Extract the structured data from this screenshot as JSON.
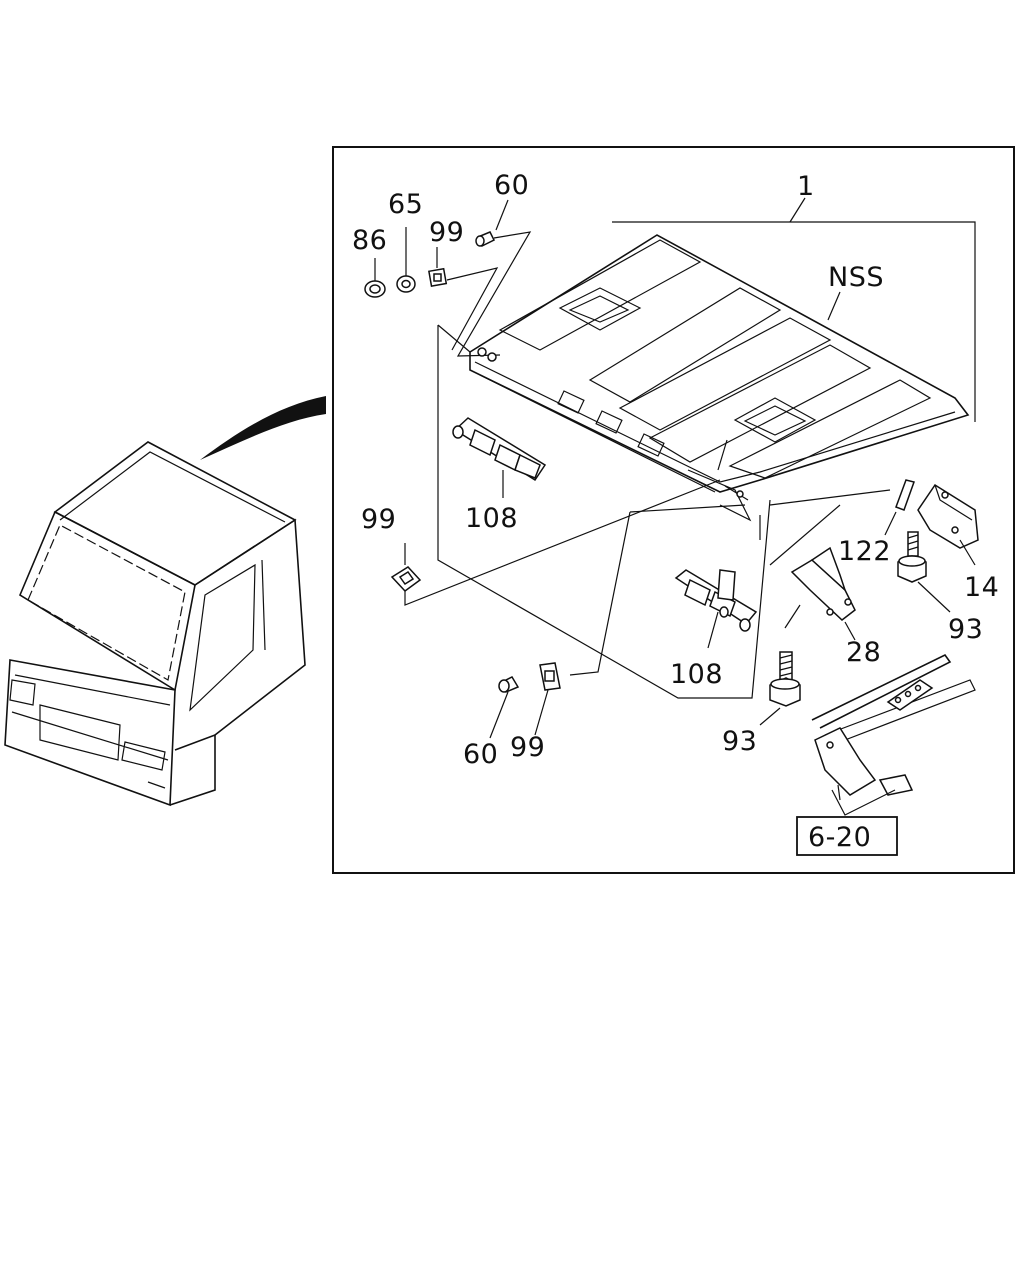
{
  "callouts": {
    "c1": "1",
    "nss": "NSS",
    "c60_top": "60",
    "c65": "65",
    "c99_top": "99",
    "c86": "86",
    "c99_left": "99",
    "c108_left": "108",
    "c122": "122",
    "c14": "14",
    "c93_right": "93",
    "c28": "28",
    "c108_mid": "108",
    "c93_bottom": "93",
    "c60_bottom": "60",
    "c99_bottom": "99"
  },
  "reference": {
    "label": "6-20"
  }
}
